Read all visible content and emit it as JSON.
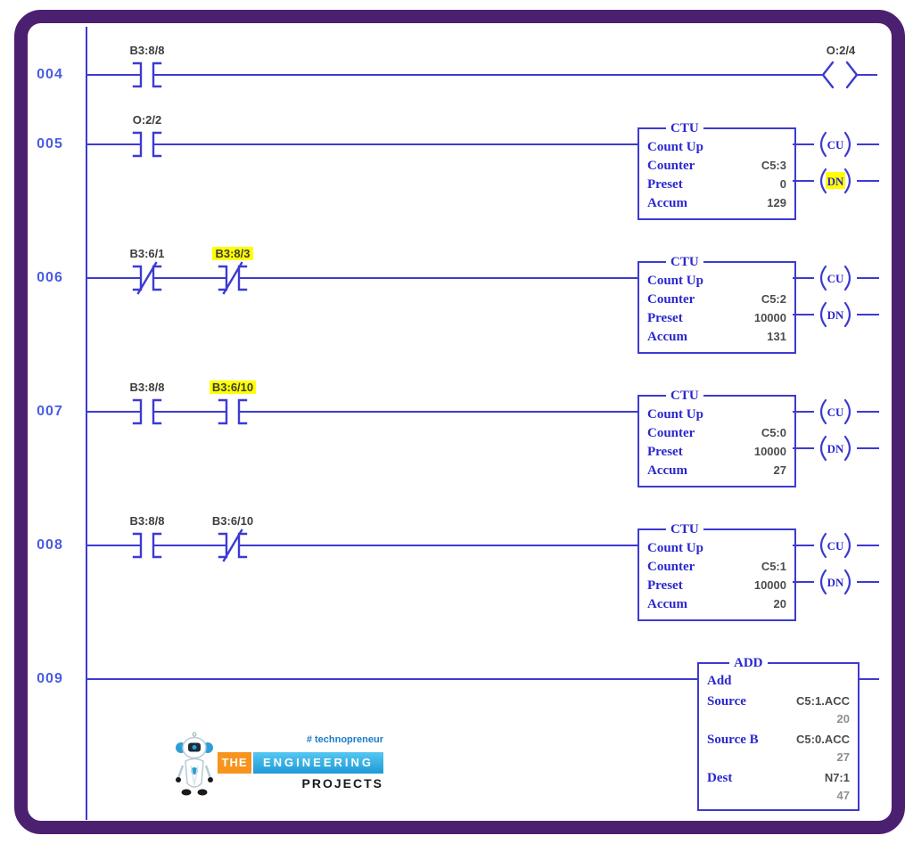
{
  "colors": {
    "wire_blue": "#3d3ad2",
    "block_text_blue": "#2b28cf",
    "rung_number_blue": "#4a5ce0",
    "address_gray": "#3d3d3d",
    "value_gray": "#4c4c4c",
    "faded_value_gray": "#8e8e8e",
    "highlight_yellow": "#ffff00",
    "frame_purple": "#4c2070"
  },
  "icons": {
    "contact_no": "normally-open-contact",
    "contact_nc": "normally-closed-contact",
    "coil": "output-coil",
    "robot": "robot-mascot"
  },
  "rungs": [
    {
      "number": "004",
      "contacts": [
        {
          "label": "B3:8/8",
          "type": "normally-open",
          "highlighted": false
        }
      ],
      "coil": {
        "label": "O:2/4"
      }
    },
    {
      "number": "005",
      "contacts": [
        {
          "label": "O:2/2",
          "type": "normally-open",
          "highlighted": false
        }
      ],
      "block": {
        "title": "CTU",
        "name": "Count Up",
        "rows": [
          {
            "label": "Counter",
            "value": "C5:3"
          },
          {
            "label": "Preset",
            "value": "0"
          },
          {
            "label": "Accum",
            "value": "129"
          }
        ],
        "outputs": [
          {
            "label": "CU",
            "highlighted": false
          },
          {
            "label": "DN",
            "highlighted": true
          }
        ]
      }
    },
    {
      "number": "006",
      "contacts": [
        {
          "label": "B3:6/1",
          "type": "normally-closed",
          "highlighted": false
        },
        {
          "label": "B3:8/3",
          "type": "normally-closed",
          "highlighted": true
        }
      ],
      "block": {
        "title": "CTU",
        "name": "Count Up",
        "rows": [
          {
            "label": "Counter",
            "value": "C5:2"
          },
          {
            "label": "Preset",
            "value": "10000"
          },
          {
            "label": "Accum",
            "value": "131"
          }
        ],
        "outputs": [
          {
            "label": "CU",
            "highlighted": false
          },
          {
            "label": "DN",
            "highlighted": false
          }
        ]
      }
    },
    {
      "number": "007",
      "contacts": [
        {
          "label": "B3:8/8",
          "type": "normally-open",
          "highlighted": false
        },
        {
          "label": "B3:6/10",
          "type": "normally-open",
          "highlighted": true
        }
      ],
      "block": {
        "title": "CTU",
        "name": "Count Up",
        "rows": [
          {
            "label": "Counter",
            "value": "C5:0"
          },
          {
            "label": "Preset",
            "value": "10000"
          },
          {
            "label": "Accum",
            "value": "27"
          }
        ],
        "outputs": [
          {
            "label": "CU",
            "highlighted": false
          },
          {
            "label": "DN",
            "highlighted": false
          }
        ]
      }
    },
    {
      "number": "008",
      "contacts": [
        {
          "label": "B3:8/8",
          "type": "normally-open",
          "highlighted": false
        },
        {
          "label": "B3:6/10",
          "type": "normally-closed",
          "highlighted": false
        }
      ],
      "block": {
        "title": "CTU",
        "name": "Count Up",
        "rows": [
          {
            "label": "Counter",
            "value": "C5:1"
          },
          {
            "label": "Preset",
            "value": "10000"
          },
          {
            "label": "Accum",
            "value": "20"
          }
        ],
        "outputs": [
          {
            "label": "CU",
            "highlighted": false
          },
          {
            "label": "DN",
            "highlighted": false
          }
        ]
      }
    },
    {
      "number": "009",
      "add_block": {
        "title": "ADD",
        "op": "Add",
        "rows": [
          {
            "label": "Source",
            "value": "C5:1.ACC",
            "current": "20"
          },
          {
            "label": "Source B",
            "value": "C5:0.ACC",
            "current": "27"
          },
          {
            "label": "Dest",
            "value": "N7:1",
            "current": "47"
          }
        ]
      }
    }
  ],
  "logo": {
    "tagline": "# technopreneur",
    "word_the": "THE",
    "word_engineering": "ENGINEERING",
    "word_projects": "PROJECTS",
    "the_bg": "#f7941e",
    "engineering_bg": "#29abe2"
  }
}
